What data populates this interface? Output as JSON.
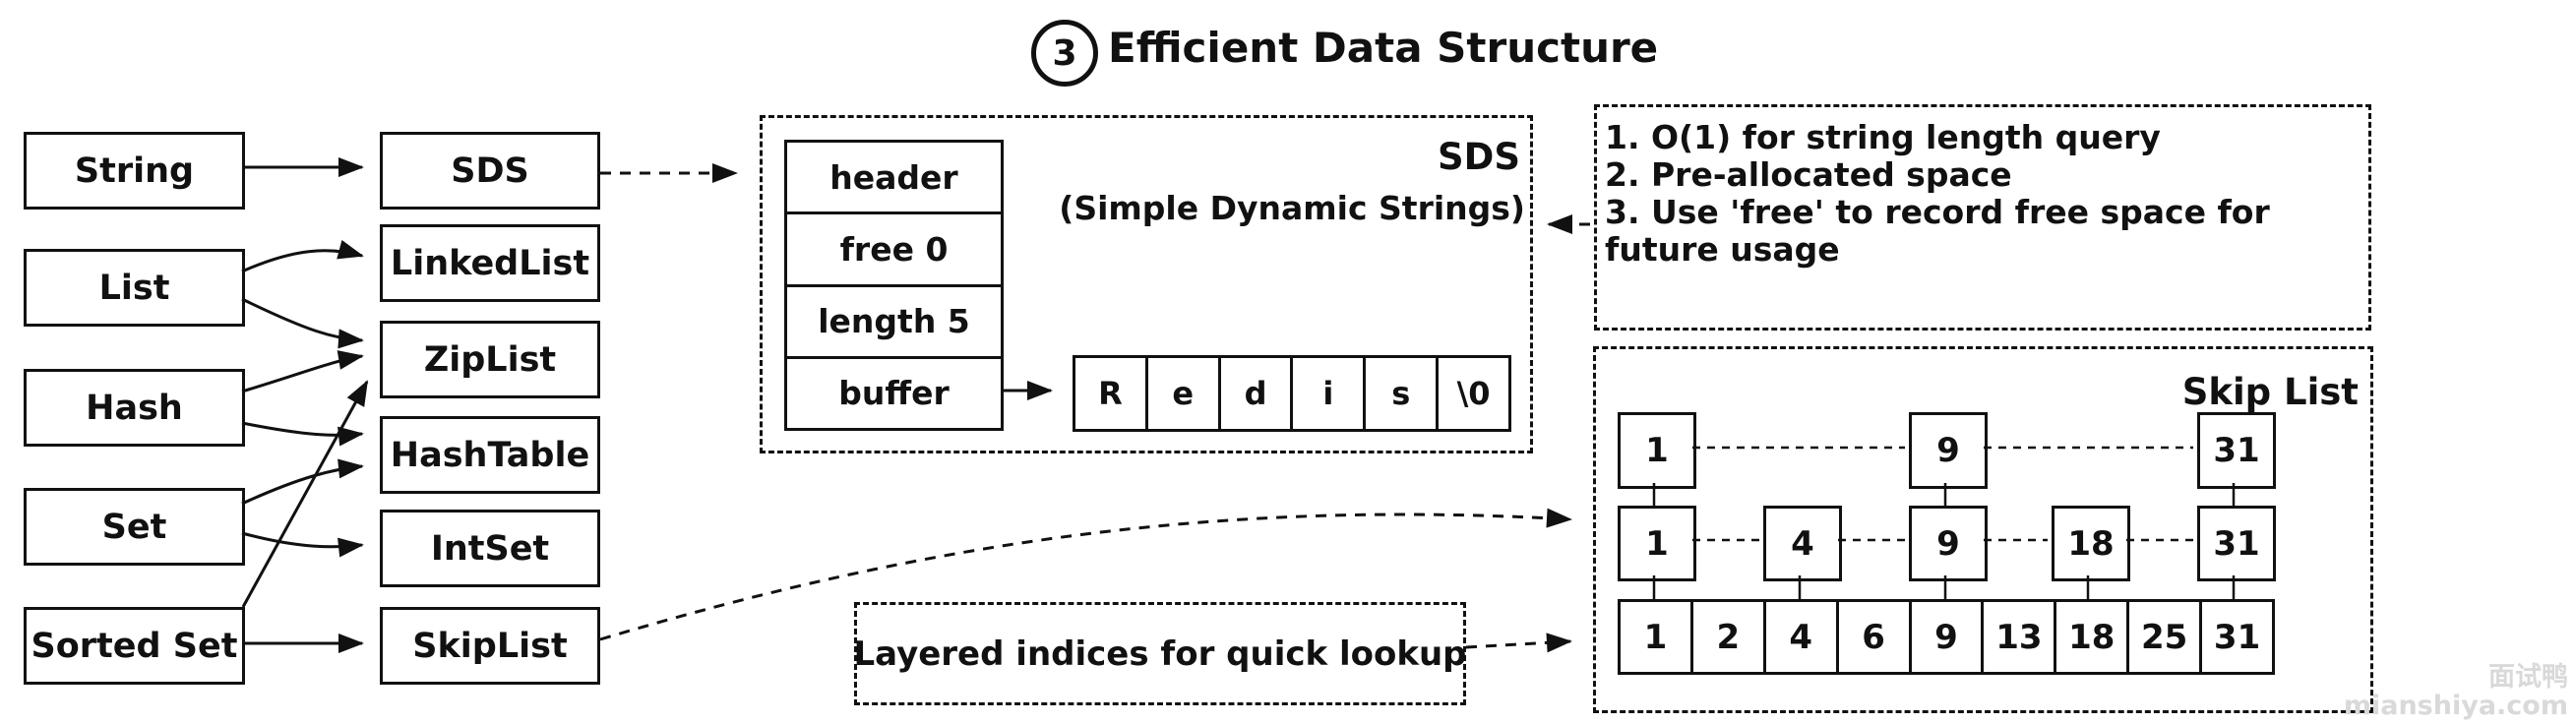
{
  "title": {
    "badge": "3",
    "text": "Efficient Data Structure"
  },
  "type_nodes": [
    {
      "label": "String"
    },
    {
      "label": "List"
    },
    {
      "label": "Hash"
    },
    {
      "label": "Set"
    },
    {
      "label": "Sorted Set"
    }
  ],
  "impl_nodes": [
    {
      "label": "SDS"
    },
    {
      "label": "LinkedList"
    },
    {
      "label": "ZipList"
    },
    {
      "label": "HashTable"
    },
    {
      "label": "IntSet"
    },
    {
      "label": "SkipList"
    }
  ],
  "sds_panel": {
    "label": "SDS",
    "sublabel": "(Simple Dynamic Strings)",
    "fields": [
      "header",
      "free 0",
      "length 5",
      "buffer"
    ],
    "buffer_cells": [
      "R",
      "e",
      "d",
      "i",
      "s",
      "\\0"
    ]
  },
  "notes_panel": {
    "lines": [
      "1. O(1) for string length query",
      "2. Pre-allocated space",
      "3. Use 'free' to record free space for",
      "future usage"
    ]
  },
  "skiplist_panel": {
    "label": "Skip List",
    "top": [
      "1",
      "9",
      "31"
    ],
    "middle": [
      "1",
      "4",
      "9",
      "18",
      "31"
    ],
    "bottom": [
      "1",
      "2",
      "4",
      "6",
      "9",
      "13",
      "18",
      "25",
      "31"
    ]
  },
  "callout": {
    "text": "Layered indices for quick lookup"
  },
  "watermark": {
    "line1": "面试鸭",
    "line2": "mianshiya.com"
  },
  "colors": {
    "ink": "#111111",
    "watermark": "#d9d9d9"
  }
}
